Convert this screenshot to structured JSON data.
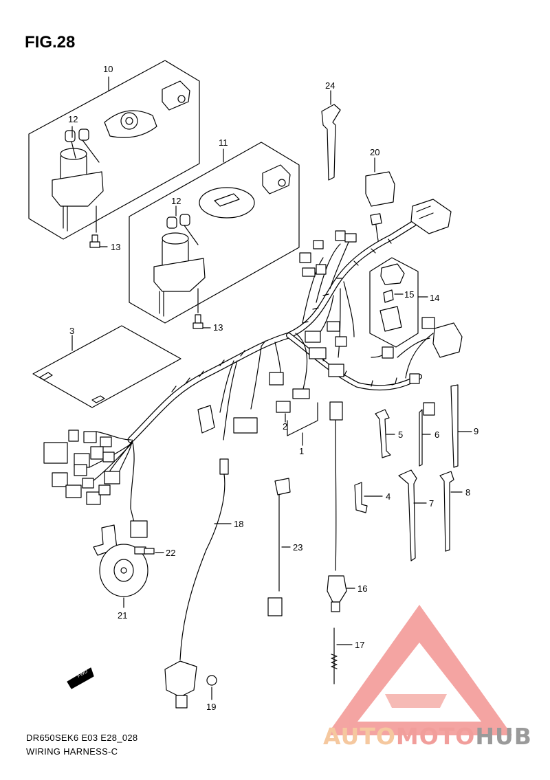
{
  "figure": {
    "title": "FIG.28",
    "model_code": "DR650SEK6 E03 E28_028",
    "caption": "WIRING HARNESS-C"
  },
  "watermark": {
    "part1": "AUTO",
    "part2": "MOTO",
    "part3": "HUB",
    "colors": {
      "auto": "#f5c89f",
      "moto": "#f19e9b",
      "hub": "#9a9a9a",
      "logo": "#f39b98"
    }
  },
  "callouts": {
    "c1": "1",
    "c2": "2",
    "c3": "3",
    "c4": "4",
    "c5": "5",
    "c6": "6",
    "c7": "7",
    "c8": "8",
    "c9": "9",
    "c10": "10",
    "c11": "11",
    "c12a": "12",
    "c12b": "12",
    "c13a": "13",
    "c13b": "13",
    "c14": "14",
    "c15": "15",
    "c16": "16",
    "c17": "17",
    "c18": "18",
    "c19": "19",
    "c20": "20",
    "c21": "21",
    "c22": "22",
    "c23": "23",
    "c24": "24"
  },
  "fwd_marker": "FWD"
}
